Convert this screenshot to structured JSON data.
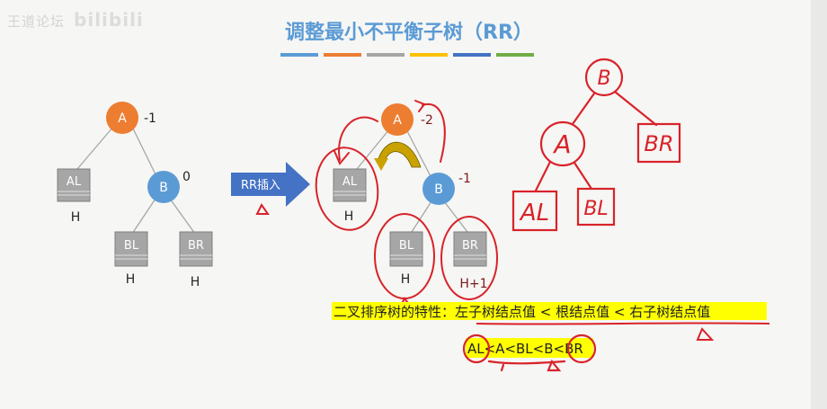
{
  "watermark": {
    "text": "王道论坛",
    "logo": "bilibili"
  },
  "title": "调整最小不平衡子树（RR）",
  "title_bar_colors": [
    "#5b9bd5",
    "#ed7d31",
    "#a5a5a5",
    "#ffc000",
    "#4472c4",
    "#70ad47"
  ],
  "colors": {
    "node_a": "#ed7d31",
    "node_b": "#5b9bd5",
    "subtree_box": "#a6a6a6",
    "arrow": "#4472c4",
    "ink": "#d8232a",
    "highlight": "#ffff00",
    "rotate_arrow": "#c9a200"
  },
  "before": {
    "node_a": "A",
    "bf_a": "-1",
    "node_b": "B",
    "bf_b": "0",
    "al": "AL",
    "al_h": "H",
    "bl": "BL",
    "bl_h": "H",
    "br": "BR",
    "br_h": "H"
  },
  "insert_arrow_label": "RR插入",
  "after": {
    "node_a": "A",
    "bf_a": "-2",
    "node_b": "B",
    "bf_b": "-1",
    "al": "AL",
    "al_h": "H",
    "bl": "BL",
    "bl_h": "H",
    "br": "BR",
    "br_h": "H+1"
  },
  "handwritten_result": {
    "root": "B",
    "left": "A",
    "right": "BR",
    "left_left": "AL",
    "left_right": "BL"
  },
  "property_text": "二叉排序树的特性：左子树结点值 < 根结点值 < 右子树结点值",
  "inequality_text": "AL<A<BL<B<BR"
}
